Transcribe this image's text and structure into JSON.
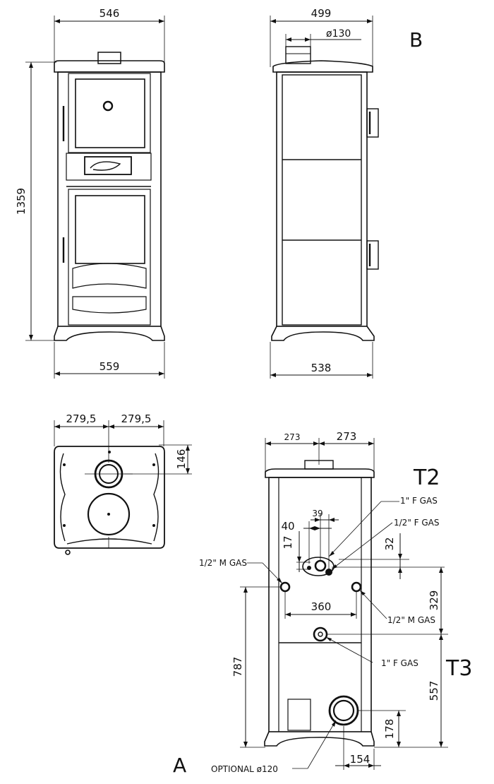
{
  "front_view": {
    "width_top": "546",
    "height": "1359",
    "width_base": "559"
  },
  "side_view": {
    "view_label": "B",
    "width_top": "499",
    "flue_diameter": "ø130",
    "width_base": "538"
  },
  "top_view": {
    "half_width_left": "279,5",
    "half_width_right": "279,5",
    "flue_offset": "146"
  },
  "rear_view": {
    "view_label": "A",
    "half_width_left": "273",
    "half_width_right": "273",
    "dim_39": "39",
    "dim_40": "40",
    "dim_17": "17",
    "dim_32": "32",
    "dim_360": "360",
    "dim_329": "329",
    "dim_787": "787",
    "dim_557": "557",
    "dim_178": "178",
    "dim_154": "154",
    "label_t2": "T2",
    "label_t3": "T3",
    "conn_1_f_gas_top": "1\" F GAS",
    "conn_half_f_gas": "1/2\" F GAS",
    "conn_half_m_gas_left": "1/2\" M GAS",
    "conn_half_m_gas_right": "1/2\" M GAS",
    "conn_1_f_gas_bottom": "1\" F GAS",
    "optional_flue": "OPTIONAL ø120"
  }
}
